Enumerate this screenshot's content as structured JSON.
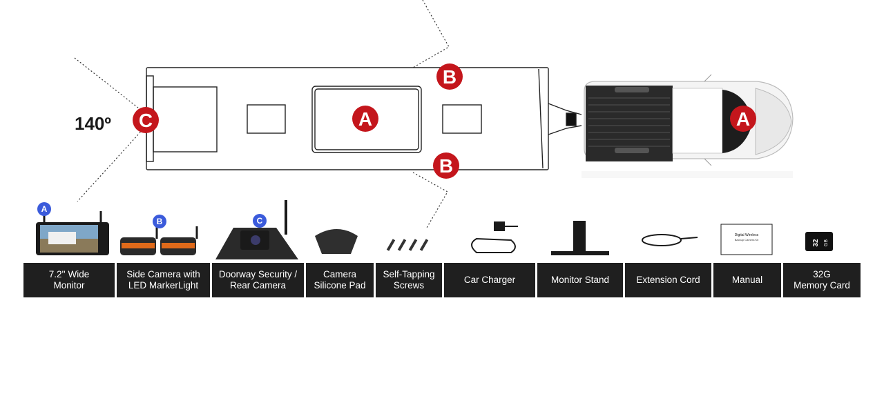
{
  "diagram": {
    "view_angle": "140º",
    "trailer_markers": [
      {
        "id": "C",
        "label": "C",
        "position": "rear"
      },
      {
        "id": "A",
        "label": "A",
        "position": "roof-center"
      },
      {
        "id": "B-top",
        "label": "B",
        "position": "side-top"
      },
      {
        "id": "B-bottom",
        "label": "B",
        "position": "side-bottom"
      }
    ],
    "truck_marker": {
      "id": "A",
      "label": "A",
      "position": "truck-cab"
    }
  },
  "products": [
    {
      "badge": "A",
      "label": "7.2'' Wide\nMonitor"
    },
    {
      "badge": "B",
      "label": "Side Camera with\nLED MarkerLight"
    },
    {
      "badge": "C",
      "label": "Doorway Security /\nRear Camera"
    },
    {
      "badge": "",
      "label": "Camera\nSilicone Pad"
    },
    {
      "badge": "",
      "label": "Self-Tapping\nScrews"
    },
    {
      "badge": "",
      "label": "Car Charger"
    },
    {
      "badge": "",
      "label": "Monitor Stand"
    },
    {
      "badge": "",
      "label": "Extension Cord"
    },
    {
      "badge": "",
      "label": "Manual"
    },
    {
      "badge": "",
      "label": "32G\nMemory Card"
    }
  ],
  "manual_text": [
    "Digital Wireless",
    "Backup Camera Kit"
  ],
  "memory_card_text": [
    "32",
    "GB"
  ],
  "colors": {
    "marker_red": "#c4161c",
    "badge_blue": "#3b5bdb",
    "bar_dark": "#1f1f1f"
  }
}
